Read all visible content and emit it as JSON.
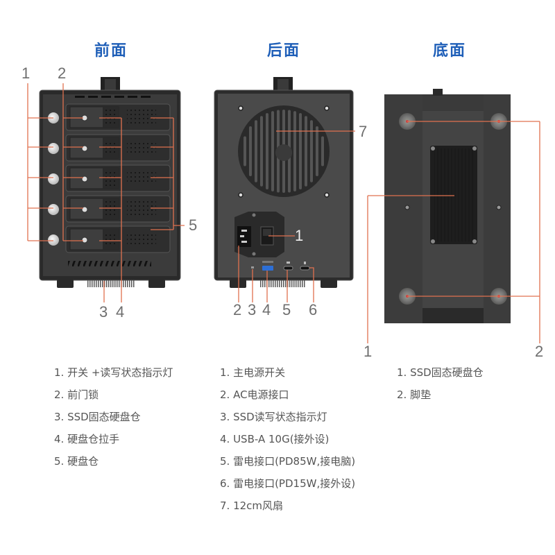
{
  "views": {
    "front": {
      "title": "前面",
      "callouts": [
        "1",
        "2",
        "3",
        "4",
        "5"
      ],
      "legend": [
        "1. 开关 +读写状态指示灯",
        "2. 前门锁",
        "3. SSD固态硬盘仓",
        "4. 硬盘仓拉手",
        "5. 硬盘仓"
      ],
      "bay_count": 5
    },
    "rear": {
      "title": "后面",
      "callouts": [
        "1",
        "2",
        "3",
        "4",
        "5",
        "6",
        "7"
      ],
      "legend": [
        "1. 主电源开关",
        "2. AC电源接口",
        "3. SSD读写状态指示灯",
        "4. USB-A 10G(接外设)",
        "5. 雷电接口(PD85W,接电脑)",
        "6. 雷电接口(PD15W,接外设)",
        "7. 12cm风扇"
      ]
    },
    "bottom": {
      "title": "底面",
      "callouts": [
        "1",
        "2"
      ],
      "legend": [
        "1. SSD固态硬盘仓",
        "2. 脚垫"
      ]
    }
  },
  "colors": {
    "title": "#1f5fb8",
    "callout_line": "#e0714f",
    "device_body": "#3a3a3a",
    "legend_text": "#555555"
  }
}
